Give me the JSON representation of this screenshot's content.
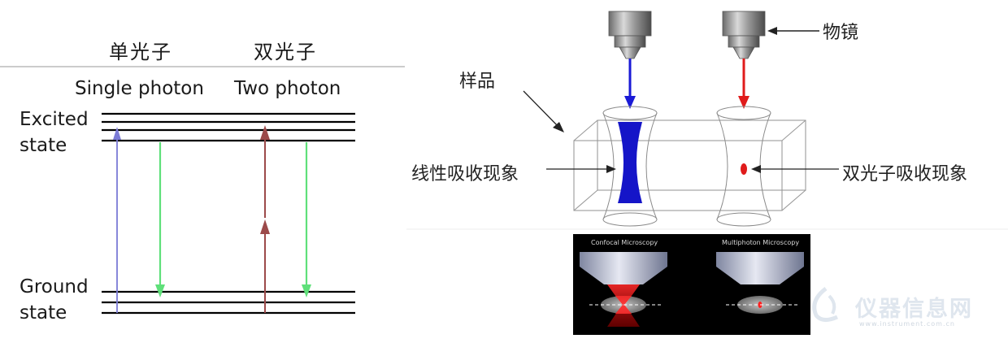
{
  "energy_diagram": {
    "single_cn": "单光子",
    "two_cn": "双光子",
    "single_en": "Single photon",
    "two_en": "Two photon",
    "excited_state": "Excited\nstate",
    "ground_state": "Ground\nstate",
    "colors": {
      "excitation_single": "#7b7bd6",
      "emission": "#5fe07a",
      "excitation_two": "#9c4a4a",
      "level_lines": "#000000"
    }
  },
  "microscope_diagram": {
    "objective_label": "物镜",
    "sample_label": "样品",
    "linear_absorption_label": "线性吸收现象",
    "two_photon_absorption_label": "双光子吸收现象",
    "colors": {
      "single_beam": "#1a1ad6",
      "two_photon_beam": "#e01b1b"
    }
  },
  "comparison_panel": {
    "left_title": "Confocal Microscopy",
    "right_title": "Multiphoton Microscopy"
  },
  "watermark": {
    "brand": "仪器信息网",
    "url": "www.instrument.com.cn"
  }
}
